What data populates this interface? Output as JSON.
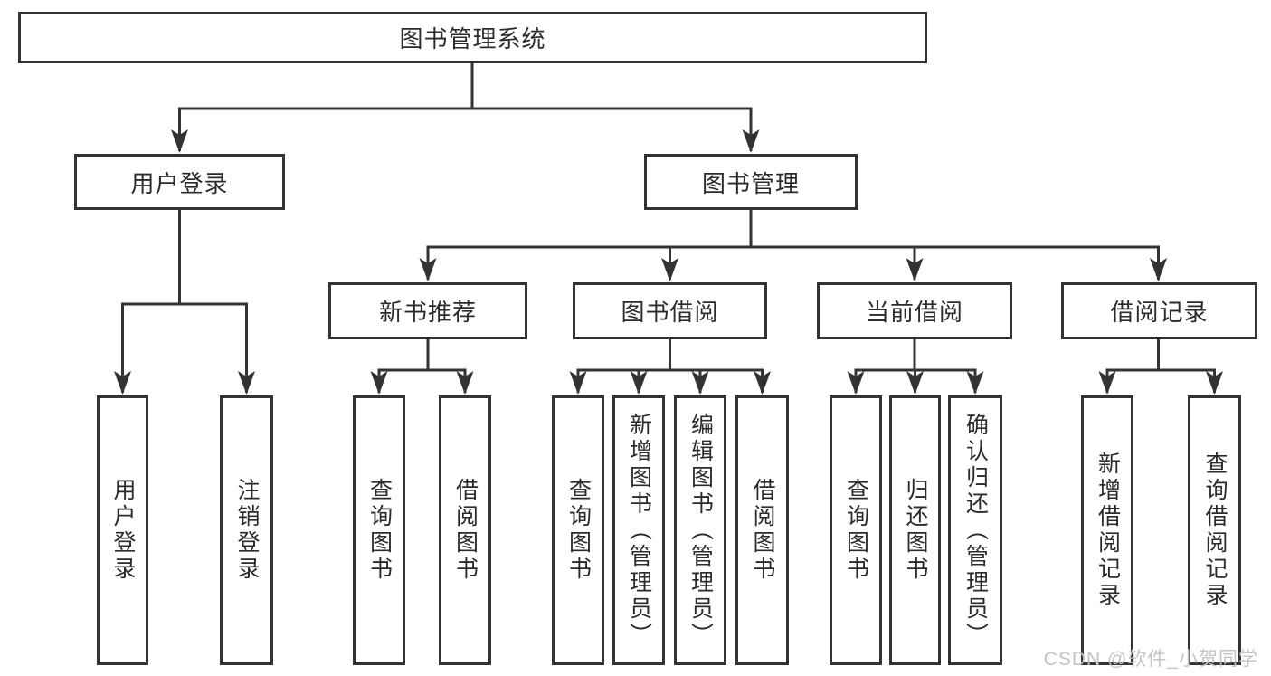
{
  "diagram_title": "图书管理系统",
  "colors": {
    "line": "#333333",
    "text": "#2b2b2b",
    "watermark": "#c4c4c4",
    "background": "#ffffff"
  },
  "tree": {
    "root": "图书管理系统",
    "branches": [
      {
        "label": "用户登录",
        "children": [
          {
            "label": "用户登录"
          },
          {
            "label": "注销登录"
          }
        ]
      },
      {
        "label": "图书管理",
        "children": [
          {
            "label": "新书推荐",
            "children": [
              {
                "label": "查询图书"
              },
              {
                "label": "借阅图书"
              }
            ]
          },
          {
            "label": "图书借阅",
            "children": [
              {
                "label": "查询图书"
              },
              {
                "label": "新增图书（管理员）"
              },
              {
                "label": "编辑图书（管理员）"
              },
              {
                "label": "借阅图书"
              }
            ]
          },
          {
            "label": "当前借阅",
            "children": [
              {
                "label": "查询图书"
              },
              {
                "label": "归还图书"
              },
              {
                "label": "确认归还（管理员）"
              }
            ]
          },
          {
            "label": "借阅记录",
            "children": [
              {
                "label": "新增借阅记录"
              },
              {
                "label": "查询借阅记录"
              }
            ]
          }
        ]
      }
    ]
  },
  "watermark": {
    "text": "CSDN @软件_小贺同学"
  }
}
